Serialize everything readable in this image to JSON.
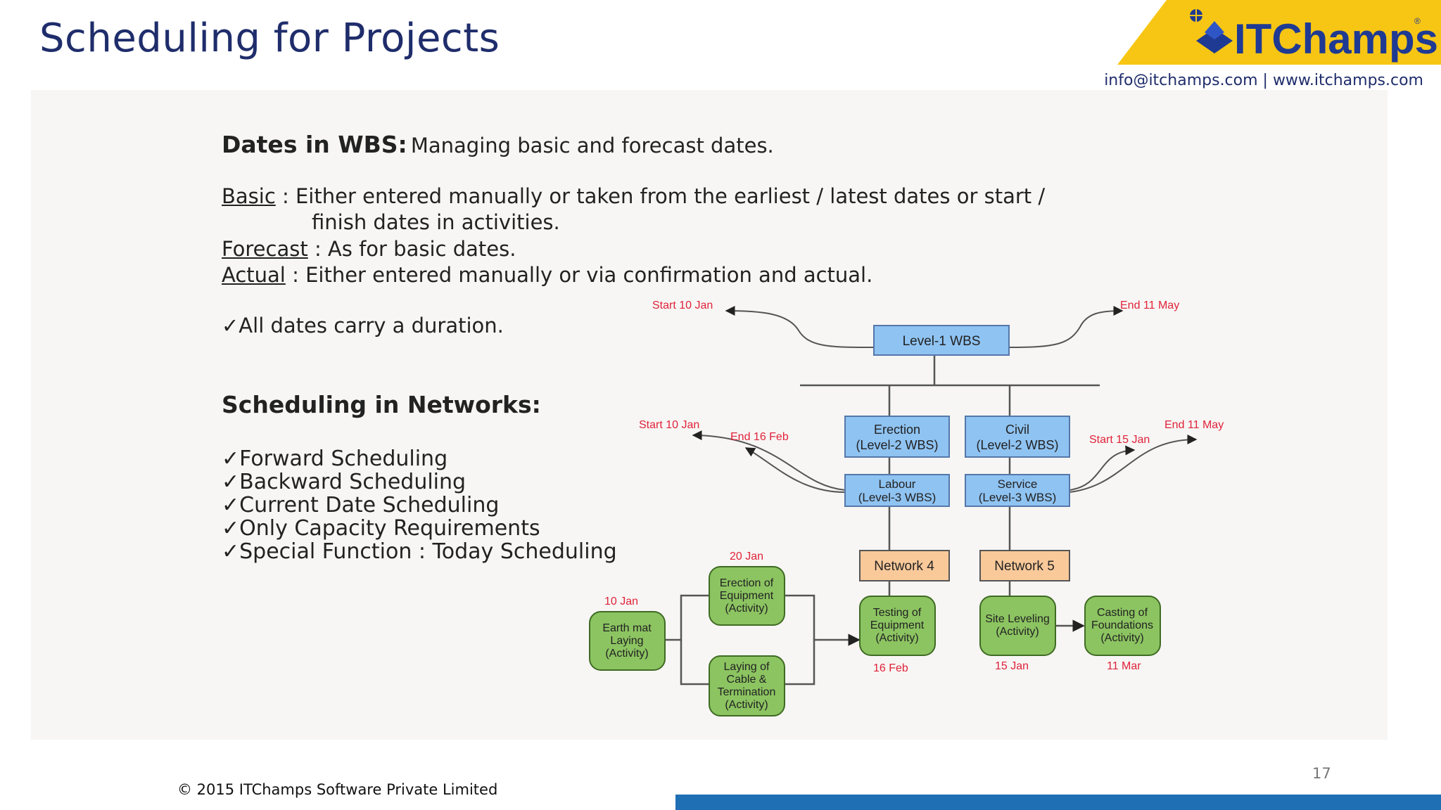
{
  "slide": {
    "title": "Scheduling for Projects",
    "logo_text": "ITChamps",
    "contact": "info@itchamps.com | www.itchamps.com",
    "footer": "© 2015 ITChamps Software Private Limited",
    "page_number": "17",
    "colors": {
      "title": "#1f2d6b",
      "logo_bg": "#f7c614",
      "accent_bar": "#1f6fb4",
      "wbs_box": "#8fc3f2",
      "network_box": "#f9c99a",
      "activity_box": "#8cc461",
      "date_red": "#e0223a"
    }
  },
  "content": {
    "dates_heading": "Dates in WBS:",
    "dates_sub": "Managing basic and forecast dates.",
    "basic_label": "Basic",
    "basic_text_1": ": Either entered manually or taken from the earliest / latest dates or start /",
    "basic_text_2": "finish dates in activities.",
    "forecast_label": "Forecast",
    "forecast_text": ": As for basic dates.",
    "actual_label": "Actual",
    "actual_text": ": Either entered manually or via confirmation and actual.",
    "duration_note": "✓All dates carry a duration.",
    "networks_heading": "Scheduling in Networks:",
    "network_bullets": [
      "✓Forward Scheduling",
      "✓Backward Scheduling",
      "✓Current Date Scheduling",
      "✓Only Capacity Requirements",
      "✓Special Function : Today Scheduling"
    ]
  },
  "diagram": {
    "level1": "Level-1 WBS",
    "erection": [
      "Erection",
      "(Level-2 WBS)"
    ],
    "civil": [
      "Civil",
      "(Level-2 WBS)"
    ],
    "labour": [
      "Labour",
      "(Level-3 WBS)"
    ],
    "service": [
      "Service",
      "(Level-3 WBS)"
    ],
    "network4": "Network 4",
    "network5": "Network 5",
    "earth_mat": [
      "Earth mat",
      "Laying",
      "(Activity)"
    ],
    "erection_equip": [
      "Erection of",
      "Equipment",
      "(Activity)"
    ],
    "laying_cable": [
      "Laying of",
      "Cable &",
      "Termination",
      "(Activity)"
    ],
    "testing": [
      "Testing of",
      "Equipment",
      "(Activity)"
    ],
    "site_leveling": [
      "Site Leveling",
      "(Activity)"
    ],
    "casting": [
      "Casting of",
      "Foundations",
      "(Activity)"
    ],
    "labels": {
      "start_top": "Start 10 Jan",
      "end_top": "End 11 May",
      "start_left": "Start 10 Jan",
      "end_16feb": "End 16 Feb",
      "start_15jan": "Start 15 Jan",
      "end_right": "End 11 May",
      "d_20jan": "20  Jan",
      "d_10jan": "10 Jan",
      "d_16feb": "16 Feb",
      "d_15jan": "15 Jan",
      "d_11mar": "11 Mar"
    }
  }
}
